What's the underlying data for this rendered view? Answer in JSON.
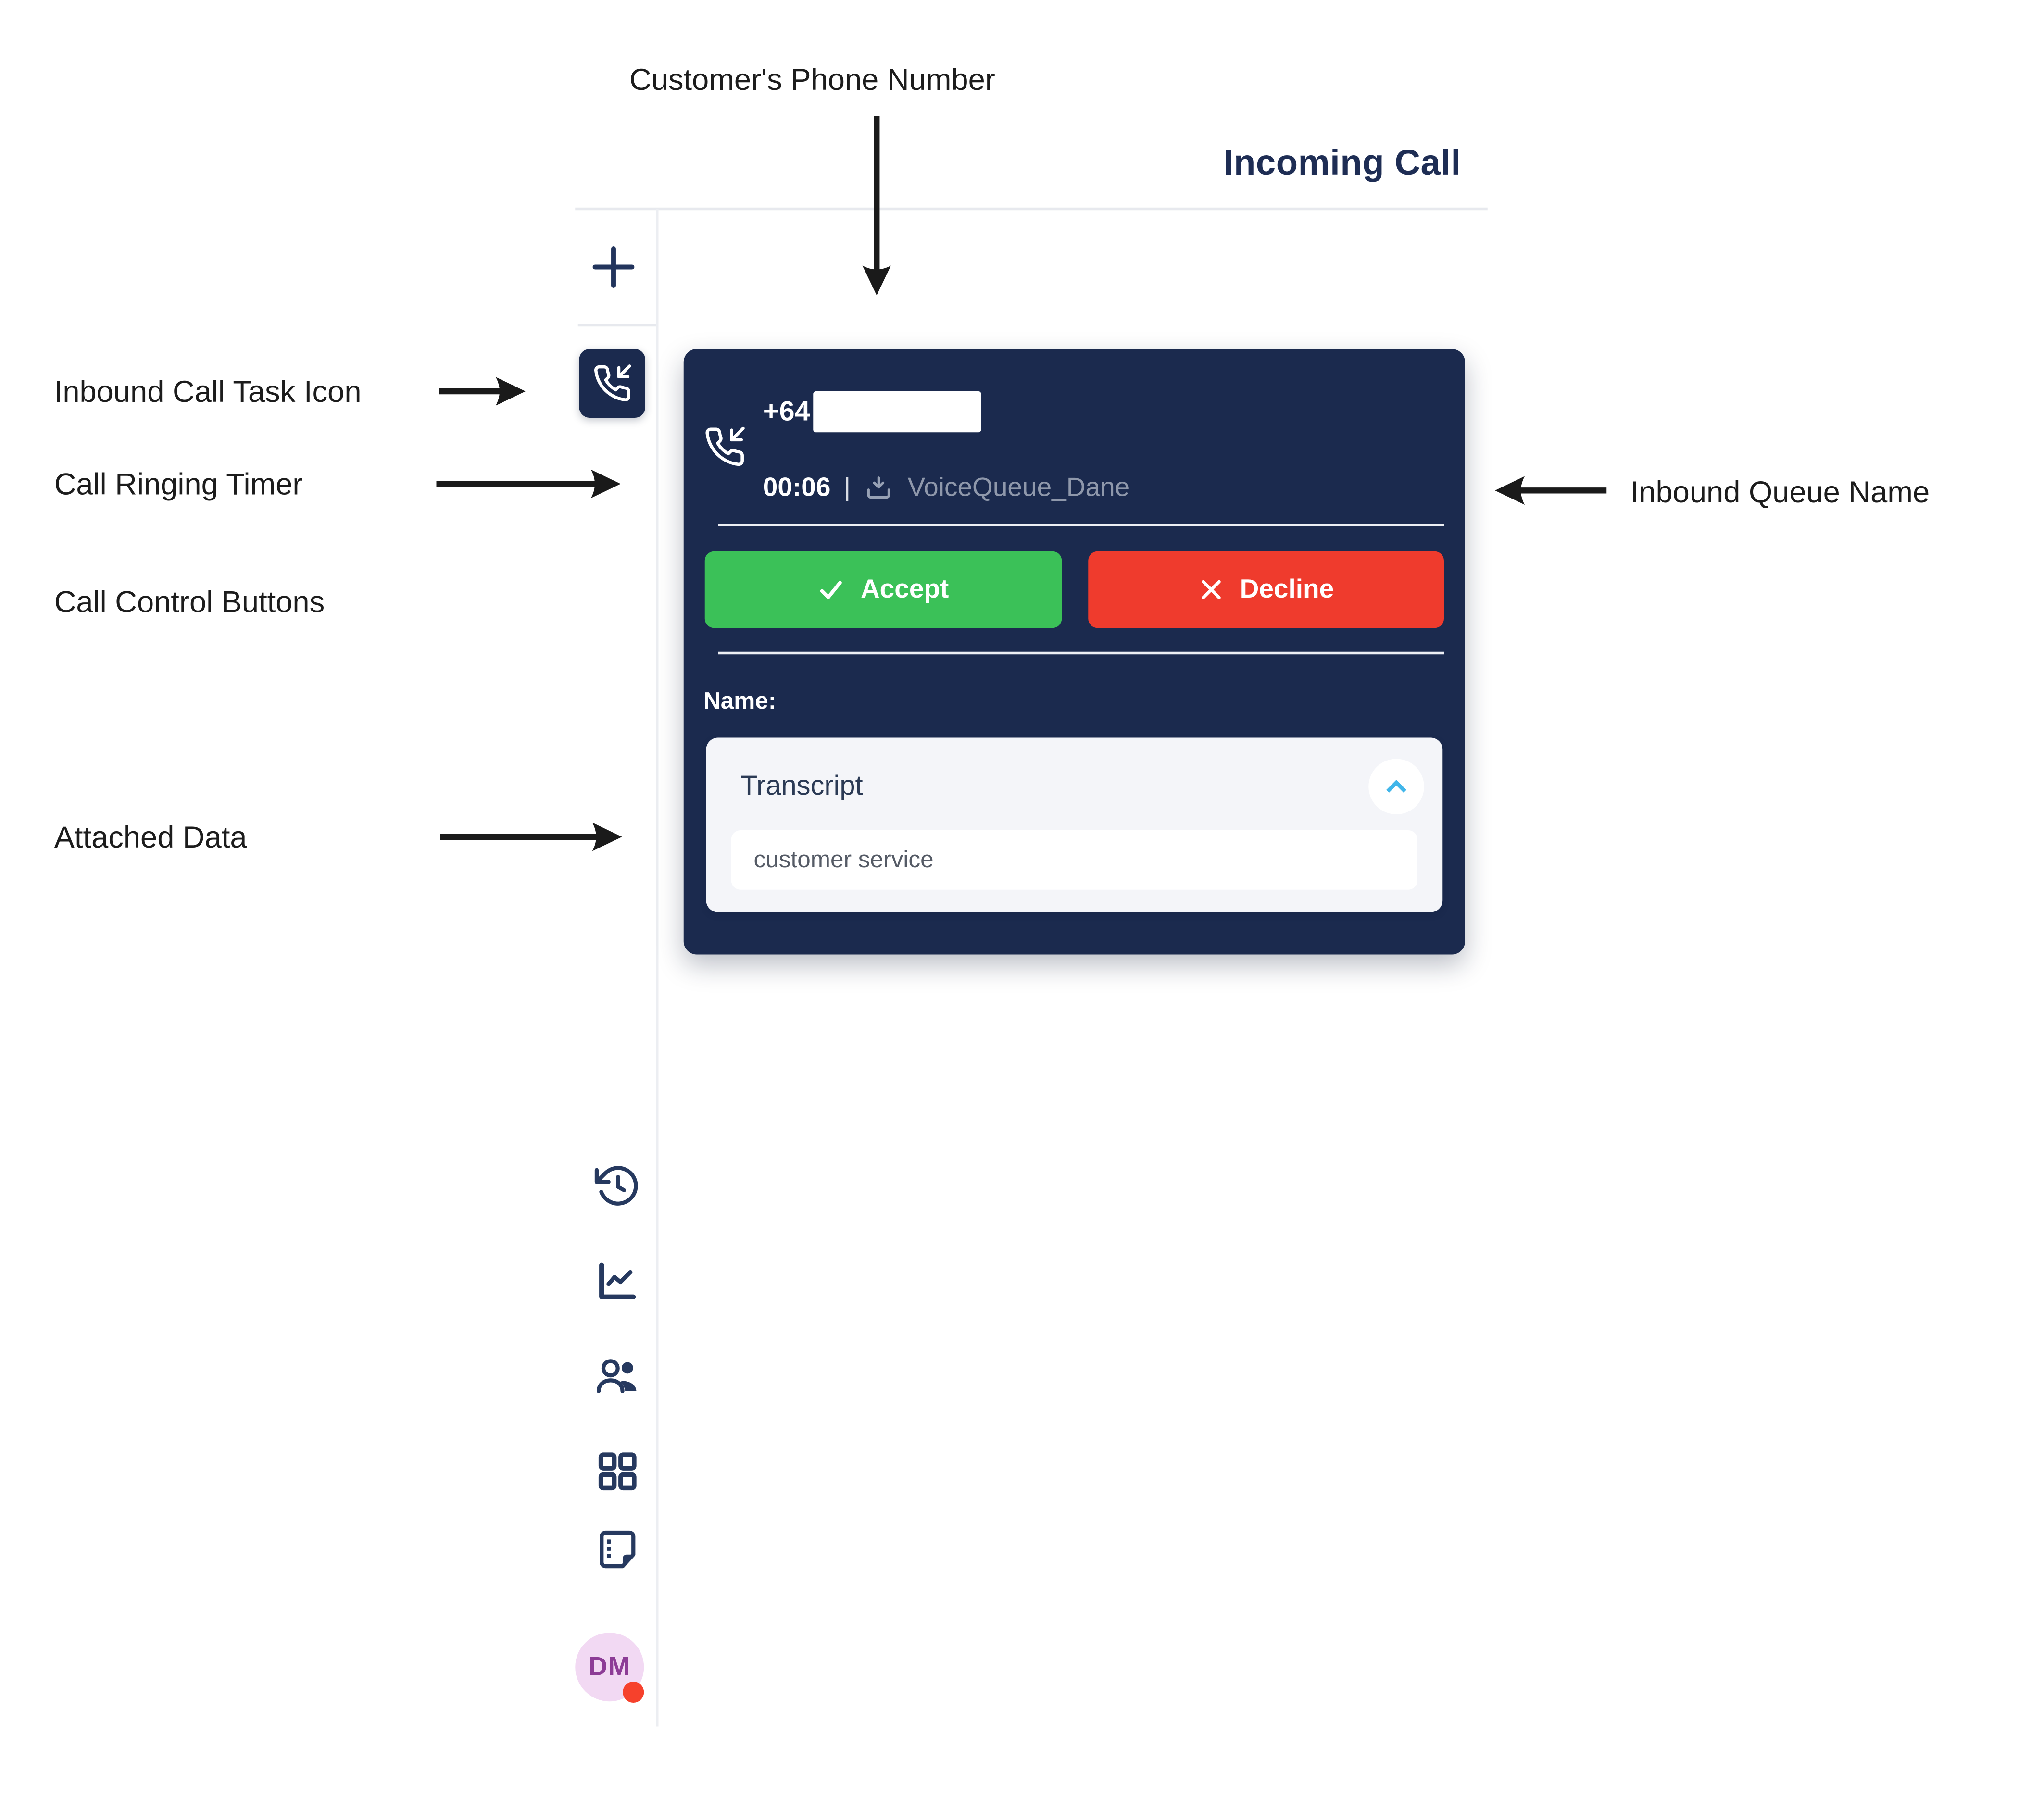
{
  "annotations": {
    "phone_number_label": "Customer's Phone Number",
    "task_icon_label": "Inbound Call Task Icon",
    "ringing_timer_label": "Call Ringing Timer",
    "call_controls_label": "Call Control Buttons",
    "attached_data_label": "Attached Data",
    "queue_name_label": "Inbound Queue Name"
  },
  "header": {
    "title": "Incoming Call"
  },
  "call_card": {
    "phone_prefix": "+64",
    "timer": "00:06",
    "separator": "|",
    "queue_name": "VoiceQueue_Dane",
    "accept_label": "Accept",
    "decline_label": "Decline",
    "name_label": "Name:",
    "attached_data": {
      "title": "Transcript",
      "value": "customer service"
    }
  },
  "sidebar": {
    "avatar_initials": "DM"
  },
  "colors": {
    "card_navy": "#1b2a4e",
    "accept_green": "#3bc158",
    "decline_red": "#ef3b2d",
    "chevron_blue": "#41b6ea",
    "queue_text_gray": "#8f98ab",
    "avatar_bg": "#f2d9f3",
    "avatar_text": "#8d3c96",
    "status_dot": "#f6412c",
    "title_navy": "#1e2d54",
    "annotation_black": "#1c1c1c"
  }
}
